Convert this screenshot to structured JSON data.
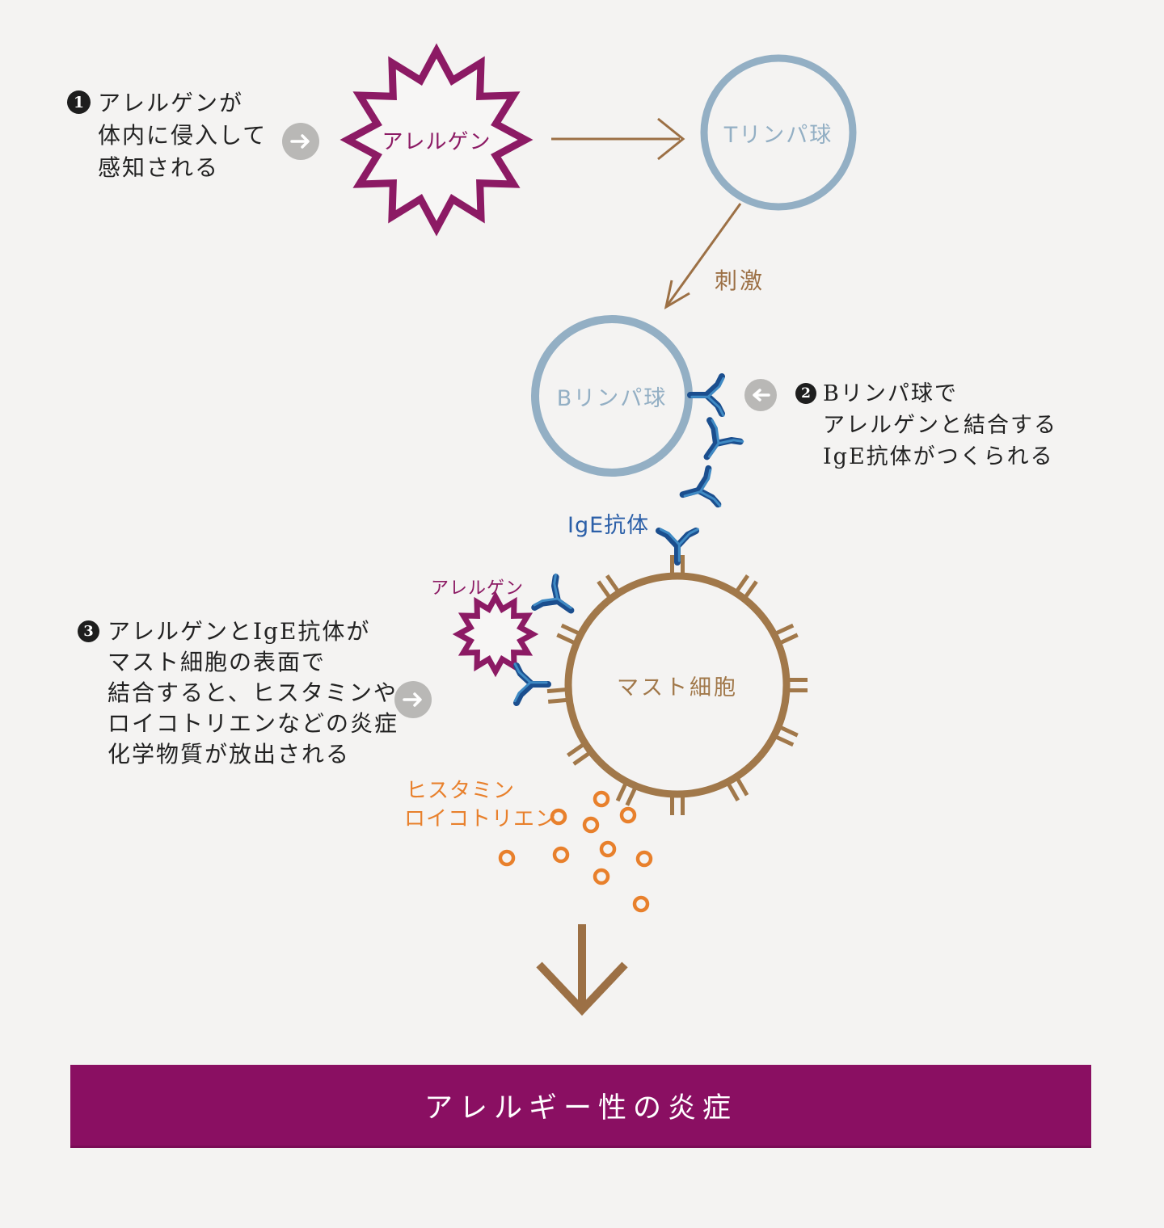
{
  "figure": {
    "title_banner": {
      "label": "アレルギー性の炎症",
      "color": "#8a0f62",
      "text_color": "#ffffff"
    },
    "steps": [
      {
        "num": "1",
        "lines": [
          "アレルゲンが",
          "体内に侵入して",
          "感知される"
        ]
      },
      {
        "num": "2",
        "lines": [
          "Bリンパ球で",
          "アレルゲンと結合する",
          "IgE抗体がつくられる"
        ]
      },
      {
        "num": "3",
        "lines": [
          "アレルゲンとIgE抗体が",
          "マスト細胞の表面で",
          "結合すると、ヒスタミンや",
          "ロイコトリエンなどの炎症",
          "化学物質が放出される"
        ]
      }
    ],
    "nodes": {
      "allergen_star": {
        "label": "アレルゲン",
        "color": "#8c1a64"
      },
      "t_cell": {
        "label": "Tリンパ球",
        "color": "#93afc4"
      },
      "b_cell": {
        "label": "Bリンパ球",
        "color": "#93afc4"
      },
      "mast_cell": {
        "label": "マスト細胞",
        "color": "#a1784a"
      },
      "allergen_small": {
        "label": "アレルゲン",
        "color": "#8c1a64"
      }
    },
    "labels": {
      "stimulus": {
        "text": "刺激",
        "color": "#9c7045"
      },
      "ige": {
        "text": "IgE抗体",
        "color": "#2b5fa8"
      },
      "histamine": {
        "text": "ヒスタミン",
        "color": "#e8802c"
      },
      "leukotriene": {
        "text": "ロイコトリエン",
        "color": "#e8802c"
      }
    },
    "icon_colors": {
      "antibody_dark": "#1b4e8e",
      "antibody_light": "#3f8ac4",
      "mediator_orange": "#e8802c",
      "arrow_brown": "#9c7045",
      "flow_circle_gray": "#b9b8b6",
      "background": "#f4f3f2"
    }
  }
}
